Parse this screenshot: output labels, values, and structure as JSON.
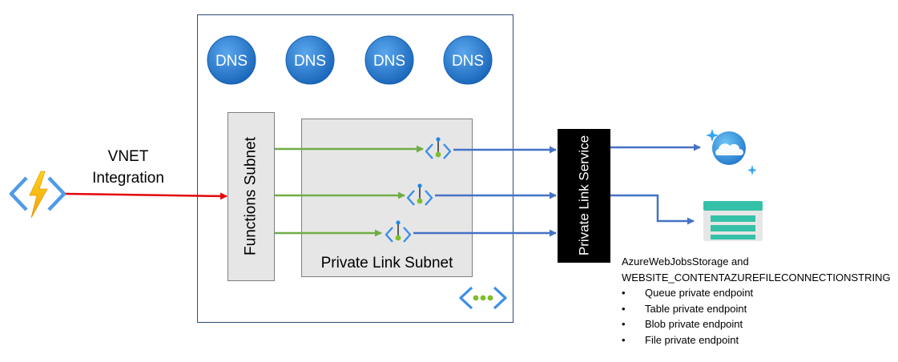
{
  "vnet": {
    "line1": "VNET",
    "line2": "Integration"
  },
  "functions_subnet": {
    "label": "Functions Subnet"
  },
  "private_link_subnet": {
    "label": "Private Link Subnet"
  },
  "private_link_service": {
    "label": "Private Link Service"
  },
  "dns_servers": [
    "DNS",
    "DNS",
    "DNS",
    "DNS"
  ],
  "storage_notes": {
    "line1": "AzureWebJobsStorage  and",
    "line2": "WEBSITE_CONTENTAZUREFILECONNECTIONSTRING",
    "endpoints": [
      "Queue private endpoint",
      "Table private endpoint",
      "Blob private endpoint",
      "File private endpoint"
    ]
  },
  "icons": {
    "function_app": "azure-function-icon",
    "dns": "dns-icon",
    "private_endpoint": "private-endpoint-icon",
    "virtual_network": "virtual-network-icon",
    "cosmos_db": "cosmos-db-icon",
    "storage_account": "storage-account-icon"
  },
  "colors": {
    "vnet_arrow": "#e3060b",
    "subnet_arrow": "#70ad47",
    "link_arrow": "#4472c4",
    "dns_blue": "#1f6fc6",
    "service_box": "#000000",
    "subnet_fill": "#e7e6e6"
  }
}
